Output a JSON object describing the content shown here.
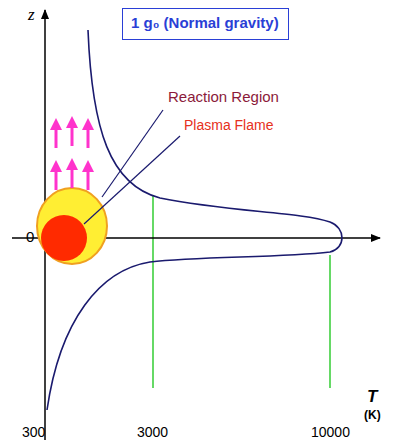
{
  "diagram": {
    "nodes": [
      {
        "text": [
          "1 g₀ (Normal gravity)"
        ]
      }
    ],
    "labels": [
      "z",
      "0",
      "Reaction Region",
      "Plasma Flame",
      "300",
      "3000",
      "10000",
      "T",
      "(K)"
    ]
  }
}
